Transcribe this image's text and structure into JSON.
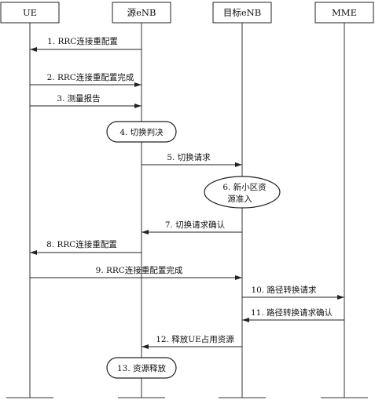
{
  "entities": [
    "UE",
    "源eNB",
    "目标eNB",
    "MME"
  ],
  "messages": [
    {
      "label": "1. RRC连接重配置"
    },
    {
      "label": "2. RRC连接重配置完成"
    },
    {
      "label": "3. 测量报告"
    },
    {
      "label": "5. 切换请求"
    },
    {
      "label": "7. 切换请求确认"
    },
    {
      "label": "8. RRC连接重配置"
    },
    {
      "label": "9. RRC连接重配置完成"
    },
    {
      "label": "10. 路径转换请求"
    },
    {
      "label": "11. 路径转换请求确认"
    },
    {
      "label": "12. 释放UE占用资源"
    }
  ],
  "processes": [
    {
      "lines": [
        "4. 切换判决"
      ]
    },
    {
      "lines": [
        "6. 新小区资",
        "源准入"
      ]
    },
    {
      "lines": [
        "13. 资源释放"
      ]
    }
  ]
}
